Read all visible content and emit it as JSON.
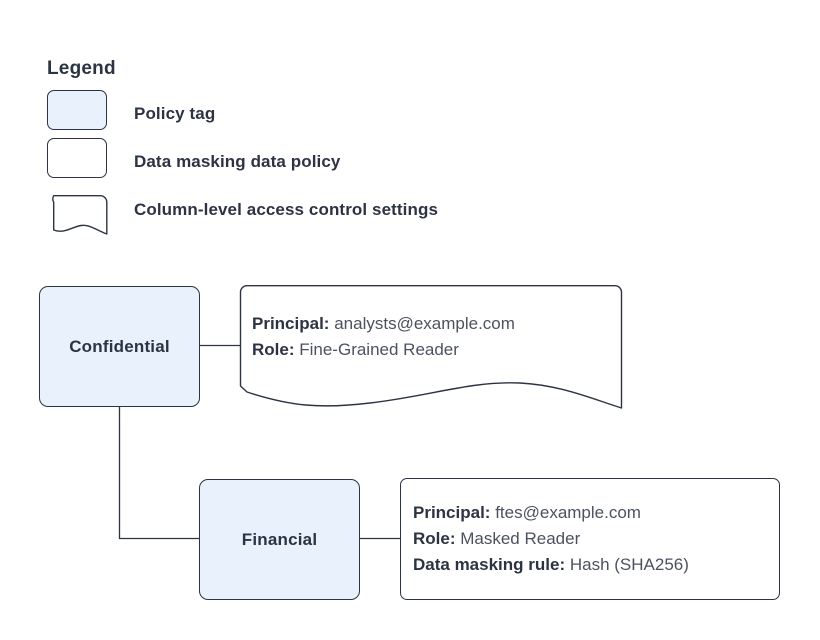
{
  "legend": {
    "title": "Legend",
    "items": [
      {
        "label": "Policy tag",
        "shape": "rounded-rect-filled",
        "swatch_name": "policy-tag-swatch"
      },
      {
        "label": "Data masking data policy",
        "shape": "rounded-rect",
        "swatch_name": "data-masking-policy-swatch"
      },
      {
        "label": "Column-level access control settings",
        "shape": "wavy-bottom-rect",
        "swatch_name": "column-access-settings-swatch"
      }
    ]
  },
  "nodes": [
    {
      "id": "confidential",
      "label": "Confidential"
    },
    {
      "id": "financial",
      "label": "Financial"
    }
  ],
  "callouts": {
    "confidential": {
      "lines": [
        {
          "key": "Principal:",
          "value": "analysts@example.com"
        },
        {
          "key": "Role:",
          "value": "Fine-Grained Reader"
        }
      ]
    },
    "financial": {
      "lines": [
        {
          "key": "Principal:",
          "value": "ftes@example.com"
        },
        {
          "key": "Role:",
          "value": "Masked Reader"
        },
        {
          "key": "Data masking rule:",
          "value": "Hash (SHA256)"
        }
      ]
    }
  },
  "colors": {
    "node_fill": "#e9f1fc",
    "stroke": "#2c3443",
    "text_primary": "#2c3443",
    "text_secondary": "#4b5260",
    "canvas": "#ffffff"
  }
}
